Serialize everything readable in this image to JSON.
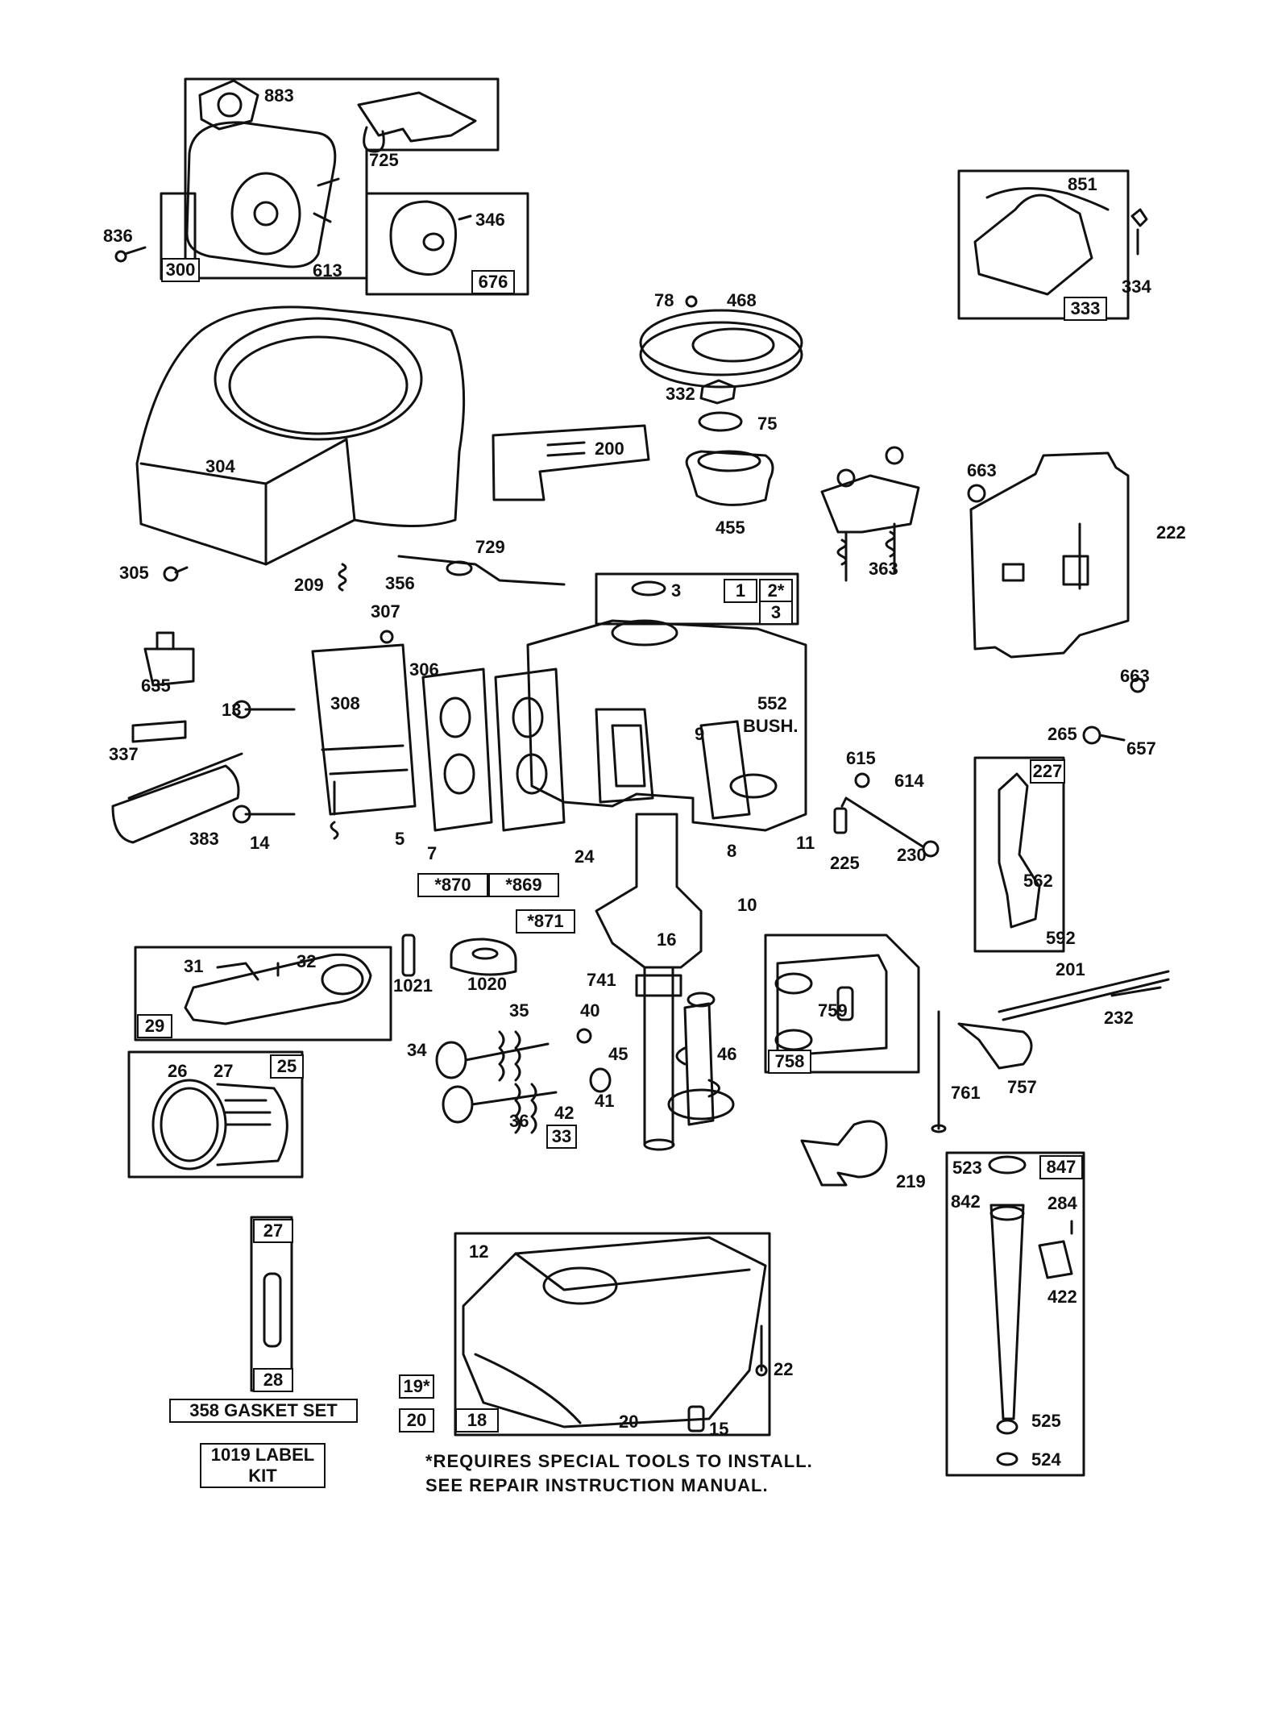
{
  "labels": {
    "l883": "883",
    "l725": "725",
    "l836": "836",
    "l300": "300",
    "l613": "613",
    "l346": "346",
    "l676": "676",
    "l851": "851",
    "l334": "334",
    "l333": "333",
    "l78": "78",
    "l468": "468",
    "l332": "332",
    "l75": "75",
    "l200": "200",
    "l455": "455",
    "l304": "304",
    "l305": "305",
    "l209": "209",
    "l729": "729",
    "l356": "356",
    "l307": "307",
    "l663a": "663",
    "l222": "222",
    "l363": "363",
    "l663b": "663",
    "l3": "3",
    "l1": "1",
    "l2": "2*",
    "l3b": "3",
    "l635": "635",
    "l13": "13",
    "l306": "306",
    "l308": "308",
    "l552": "552",
    "lbush": "BUSH.",
    "l337": "337",
    "l9": "9",
    "l615": "615",
    "l614": "614",
    "l265": "265",
    "l657": "657",
    "l227": "227",
    "l383": "383",
    "l14": "14",
    "l5": "5",
    "l7": "7",
    "l24": "24",
    "l8": "8",
    "l11": "11",
    "l225": "225",
    "l230": "230",
    "l870": "*870",
    "l869": "*869",
    "l871": "*871",
    "l10": "10",
    "l562": "562",
    "l592": "592",
    "l16": "16",
    "l31": "31",
    "l32": "32",
    "l29": "29",
    "l1021": "1021",
    "l1020": "1020",
    "l741": "741",
    "l201": "201",
    "l759": "759",
    "l232": "232",
    "l35": "35",
    "l40": "40",
    "l34": "34",
    "l45": "45",
    "l46": "46",
    "l26": "26",
    "l27": "27",
    "l25": "25",
    "l758": "758",
    "l757": "757",
    "l761": "761",
    "l41": "41",
    "l42": "42",
    "l36": "36",
    "l33": "33",
    "l219": "219",
    "l523": "523",
    "l847": "847",
    "l842": "842",
    "l284": "284",
    "l422": "422",
    "l27b": "27",
    "l28": "28",
    "l12": "12",
    "l22": "22",
    "l19": "19*",
    "l20": "20",
    "l18": "18",
    "l20b": "20",
    "l15": "15",
    "l525": "525",
    "l524": "524",
    "gasket": "358 GASKET SET",
    "labelkit": "1019 LABEL KIT"
  },
  "note": {
    "line1": "*REQUIRES SPECIAL TOOLS TO INSTALL.",
    "line2": "SEE REPAIR INSTRUCTION MANUAL."
  }
}
